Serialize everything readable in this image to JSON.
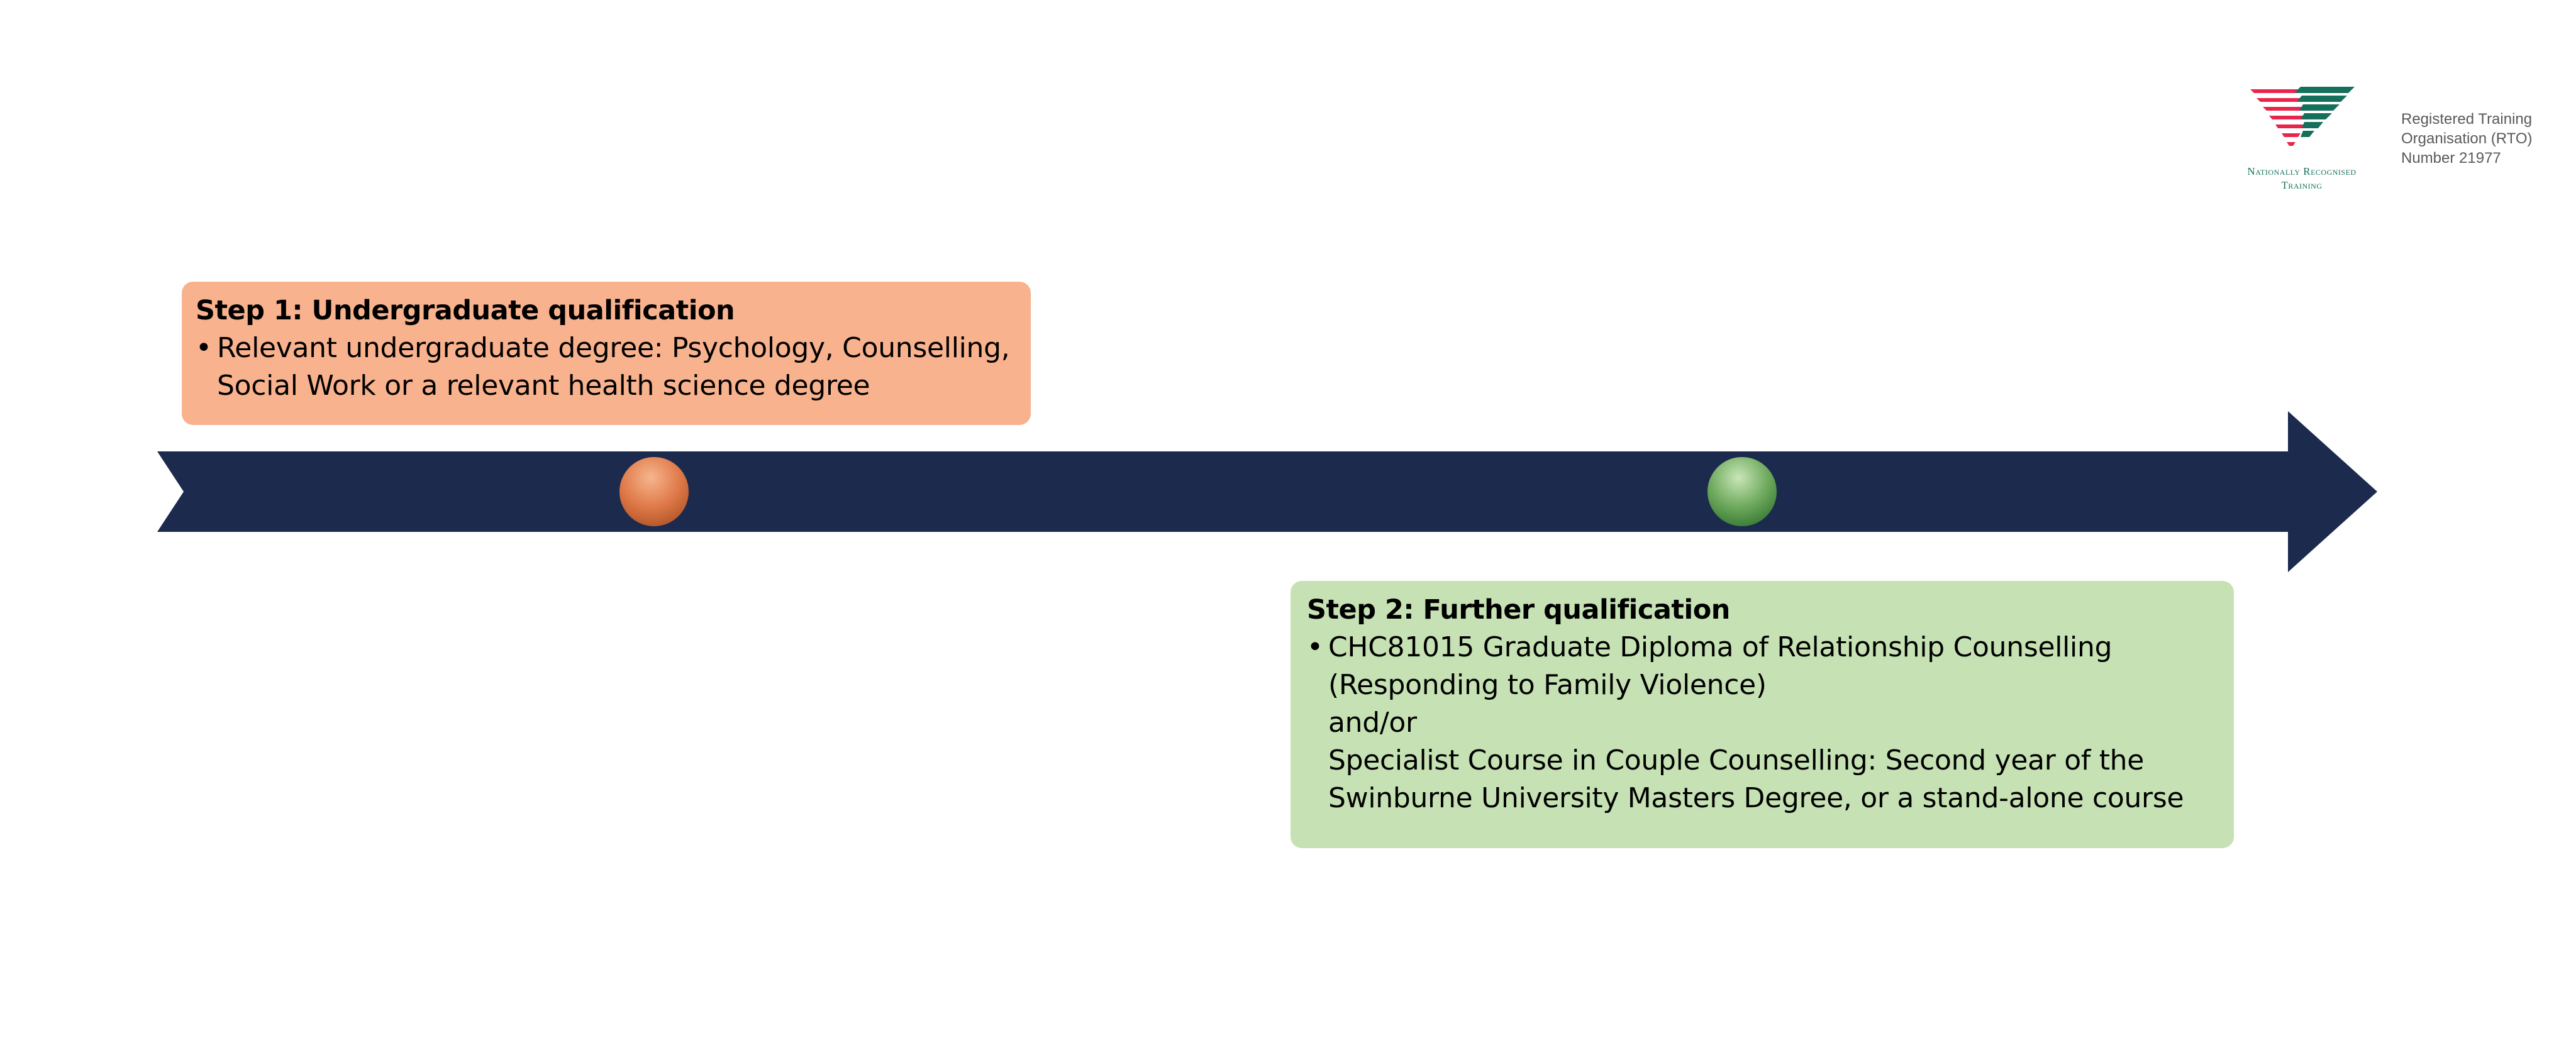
{
  "logo": {
    "name": "nationally-recognised-training-logo",
    "caption_line1": "Nationally Recognised",
    "caption_line2": "Training",
    "colors": {
      "red": "#e8254a",
      "green": "#14705a"
    }
  },
  "rto": {
    "line1": "Registered Training",
    "line2": "Organisation (RTO)",
    "line3": "Number 21977"
  },
  "arrow": {
    "color": "#1c2b4d"
  },
  "steps": [
    {
      "title": "Step 1: Undergraduate qualification",
      "color": "#f9b28e",
      "marker_color": "#e07a4a",
      "bullet": "•",
      "lines": [
        "Relevant undergraduate degree: Psychology, Counselling,",
        "Social Work  or a relevant health science degree"
      ]
    },
    {
      "title": "Step 2: Further qualification",
      "color": "#c6e1b3",
      "marker_color": "#6faa5e",
      "bullet": "•",
      "lines": [
        "CHC81015 Graduate Diploma of Relationship Counselling",
        "(Responding to Family Violence)",
        "and/or",
        "Specialist Course in Couple Counselling: Second year of the",
        "Swinburne University Masters Degree, or a stand-alone course"
      ]
    }
  ]
}
